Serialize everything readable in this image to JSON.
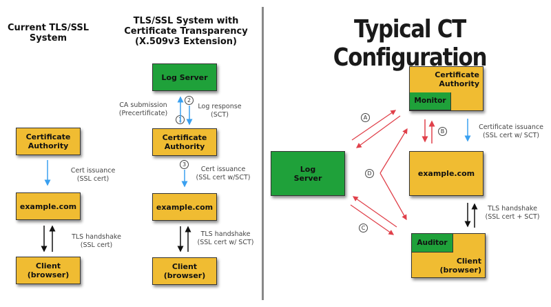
{
  "left_panel": {
    "title": "Current TLS/SSL\nSystem",
    "boxes": {
      "ca": "Certificate\nAuthority",
      "site": "example.com",
      "client": "Client\n(browser)"
    },
    "labels": {
      "issuance": "Cert issuance\n(SSL cert)",
      "handshake": "TLS handshake\n(SSL cert)"
    }
  },
  "middle_panel": {
    "title": "TLS/SSL System with\nCertificate Transparency\n(X.509v3 Extension)",
    "boxes": {
      "log": "Log Server",
      "ca": "Certificate\nAuthority",
      "site": "example.com",
      "client": "Client\n(browser)"
    },
    "labels": {
      "submission": "CA submission\n(Precertificate)",
      "response": "Log response\n(SCT)",
      "issuance": "Cert issuance\n(SSL cert w/SCT)",
      "handshake": "TLS handshake\n(SSL cert w/ SCT)"
    },
    "steps": [
      "1",
      "2",
      "3"
    ]
  },
  "right_panel": {
    "title": "Typical CT Configuration",
    "boxes": {
      "ca": "Certificate\nAuthority",
      "monitor": "Monitor",
      "log": "Log\nServer",
      "site": "example.com",
      "auditor": "Auditor",
      "client": "Client\n(browser)"
    },
    "labels": {
      "issuance": "Certificate issuance\n(SSL cert w/ SCT)",
      "handshake": "TLS handshake\n(SSL cert + SCT)"
    },
    "steps": [
      "A",
      "B",
      "C",
      "D"
    ]
  },
  "colors": {
    "box_yellow": "#f0bc32",
    "box_green": "#1fa13a",
    "arrow_blue": "#3aa0f0",
    "arrow_red": "#e0404a",
    "arrow_black": "#111111"
  }
}
